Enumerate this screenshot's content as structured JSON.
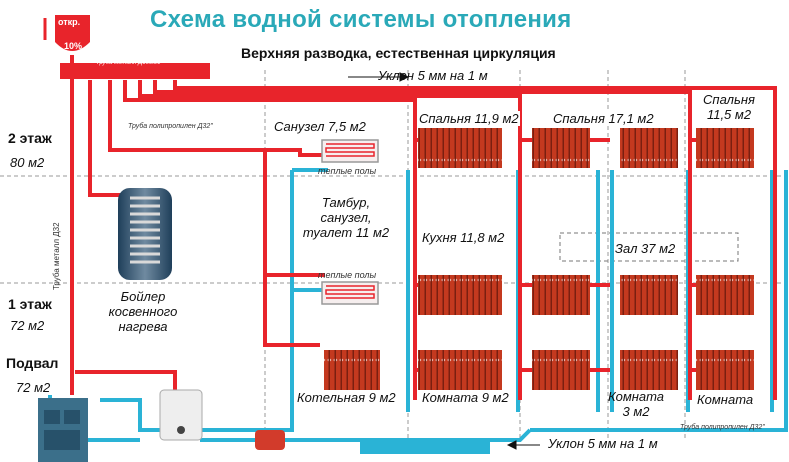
{
  "title": "Схема водной системы отопления",
  "subtitle": "Верхняя разводка, естественная циркуляция",
  "tank": {
    "label": "откр.",
    "percent": "10%"
  },
  "slope_top": "Уклон 5 мм на 1 м",
  "slope_bottom": "Уклон 5 мм на 1 м",
  "pipe_labels": {
    "metal_top": "Труба металл Д100мм",
    "polypropylene_top": "Труба полипропилен Д32\"",
    "metal_riser": "Труба металл Д32",
    "polypropylene_bottom": "Труба полипропилен Д32\""
  },
  "floors": [
    {
      "name": "2 этаж",
      "area": "80 м2"
    },
    {
      "name": "1 этаж",
      "area": "72 м2"
    },
    {
      "name": "Подвал",
      "area": "72 м2"
    }
  ],
  "boiler_label": "Бойлер косвенного нагрева",
  "warm_floor": "теплые полы",
  "rooms": {
    "bath": "Санузел 7,5 м2",
    "tambour": "Тамбур, санузел, туалет 11 м2",
    "bedroom1": "Спальня 11,9 м2",
    "bedroom2": "Спальня 17,1 м2",
    "bedroom3": "Спальня 11,5 м2",
    "kitchen": "Кухня 11,8 м2",
    "hall": "Зал 37 м2",
    "boiler_room": "Котельная 9 м2",
    "room1": "Комната 9 м2",
    "room2": "Комната 3 м2",
    "room3": "Комната"
  },
  "colors": {
    "supply": "#e8242b",
    "return": "#2ab3d6",
    "title": "#2aa9b8",
    "radiator": "#c4391f"
  }
}
